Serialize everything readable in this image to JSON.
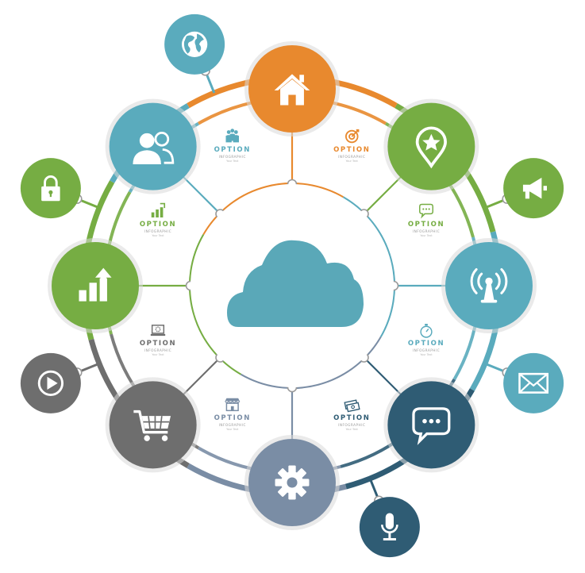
{
  "colors": {
    "orange": "#E8892E",
    "green": "#76AD43",
    "green_light": "#8BBF52",
    "teal": "#5AABBD",
    "teal_dark": "#2F5C74",
    "gray": "#6E6E6E",
    "slate": "#7A8DA5",
    "cloud": "#5AA8B8"
  },
  "center": {
    "icon": "cloud-icon"
  },
  "main_nodes": [
    {
      "name": "home",
      "icon": "home-icon",
      "color": "orange"
    },
    {
      "name": "location",
      "icon": "map-pin-star-icon",
      "color": "green"
    },
    {
      "name": "broadcast",
      "icon": "antenna-broadcast-icon",
      "color": "teal"
    },
    {
      "name": "chat",
      "icon": "chat-bubbles-icon",
      "color": "teal_dark"
    },
    {
      "name": "settings",
      "icon": "gear-icon",
      "color": "slate"
    },
    {
      "name": "cart",
      "icon": "shopping-cart-icon",
      "color": "gray"
    },
    {
      "name": "growth",
      "icon": "bar-chart-arrow-icon",
      "color": "green"
    },
    {
      "name": "users",
      "icon": "users-icon",
      "color": "teal"
    }
  ],
  "satellite_nodes": [
    {
      "name": "globe",
      "icon": "globe-icon",
      "color": "teal"
    },
    {
      "name": "megaphone",
      "icon": "megaphone-icon",
      "color": "green"
    },
    {
      "name": "mail",
      "icon": "envelope-icon",
      "color": "teal"
    },
    {
      "name": "microphone",
      "icon": "microphone-icon",
      "color": "teal_dark"
    },
    {
      "name": "play",
      "icon": "play-icon",
      "color": "gray"
    },
    {
      "name": "lock",
      "icon": "lock-icon",
      "color": "green"
    }
  ],
  "options": [
    {
      "name": "users",
      "icon": "people-icon",
      "color": "teal",
      "title": "OPTION",
      "subtitle": "INFOGRAPHIC",
      "text": "Your Text"
    },
    {
      "name": "target",
      "icon": "target-icon",
      "color": "orange",
      "title": "OPTION",
      "subtitle": "INFOGRAPHIC",
      "text": "Your Text"
    },
    {
      "name": "growth",
      "icon": "bars-icon",
      "color": "green",
      "title": "OPTION",
      "subtitle": "INFOGRAPHIC",
      "text": "Your Text"
    },
    {
      "name": "speech",
      "icon": "speech-icon",
      "color": "green",
      "title": "OPTION",
      "subtitle": "INFOGRAPHIC",
      "text": "Your Text"
    },
    {
      "name": "laptop",
      "icon": "laptop-gear-icon",
      "color": "gray",
      "title": "OPTION",
      "subtitle": "INFOGRAPHIC",
      "text": "Your Text"
    },
    {
      "name": "stopwatch",
      "icon": "stopwatch-icon",
      "color": "teal",
      "title": "OPTION",
      "subtitle": "INFOGRAPHIC",
      "text": "Your Text"
    },
    {
      "name": "shop",
      "icon": "shop-icon",
      "color": "slate",
      "title": "OPTION",
      "subtitle": "INFOGRAPHIC",
      "text": "Your Text"
    },
    {
      "name": "money",
      "icon": "money-icon",
      "color": "teal_dark",
      "title": "OPTION",
      "subtitle": "INFOGRAPHIC",
      "text": "Your Text"
    }
  ]
}
